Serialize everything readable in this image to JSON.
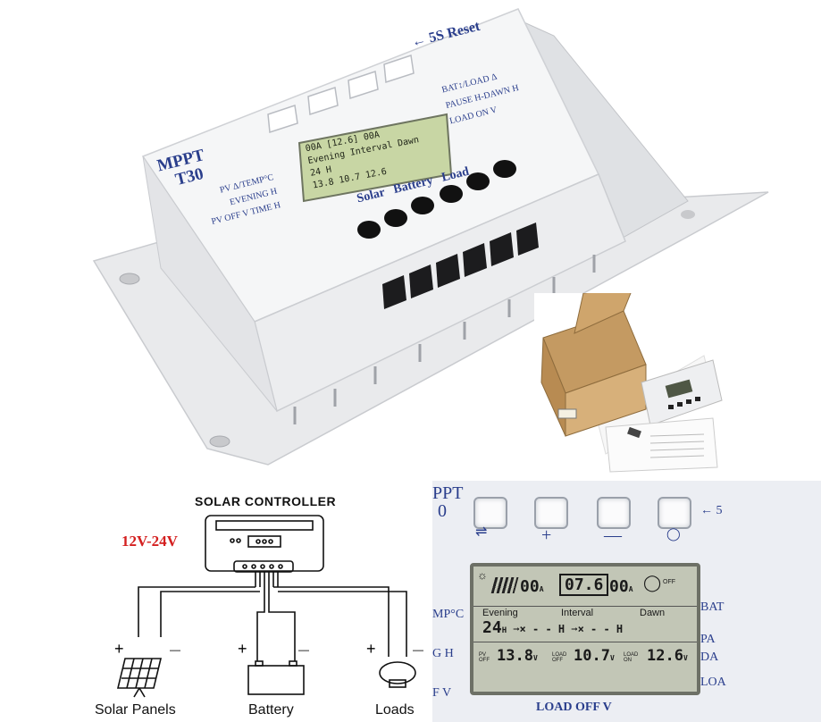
{
  "device": {
    "model_line1": "MPPT",
    "model_line2": "T30",
    "reset_label": "5S Reset",
    "right_labels": [
      "BAT↕/LOAD Δ",
      "PAUSE H-DAWN H",
      "LOAD ON V"
    ],
    "left_labels": [
      "PV Δ/TEMP°C",
      "EVENING H",
      "PV OFF V TIME H"
    ],
    "terminal_labels": {
      "solar": "Solar",
      "battery": "Battery",
      "load": "Load"
    },
    "lcd": {
      "top_left": "00A",
      "battery_value": "12.6",
      "top_right": "00A",
      "row_labels": [
        "Evening",
        "Interval",
        "Dawn"
      ],
      "row_hours": "24 H",
      "pv_value": "13.8",
      "load_value": "10.7",
      "bat_value": "12.6",
      "interval_dawn": "Dawn"
    },
    "colors": {
      "body": "#f2f3f5",
      "lcd": "#c8d6a4",
      "text_blue": "#2a3e8c"
    }
  },
  "diagram": {
    "title": "SOLAR CONTROLLER",
    "voltage": "12V-24V",
    "voltage_color": "#d42020",
    "items": [
      {
        "label": "Solar Panels",
        "plus": "+",
        "minus": "—"
      },
      {
        "label": "Battery",
        "plus": "+",
        "minus": "—"
      },
      {
        "label": "Loads",
        "plus": "+",
        "minus": "—"
      }
    ]
  },
  "closeup": {
    "header_left": "PPT",
    "header_left2": "0",
    "reset_arrow": "← 5",
    "left_side": [
      "MP°C",
      "G H",
      "F V"
    ],
    "right_side": [
      "BAT",
      "PA",
      "DA",
      "LOA"
    ],
    "bottom_label": "LOAD OFF V",
    "lcd": {
      "top_left": "00",
      "top_left_unit": "A",
      "battery_value": "07.6",
      "top_right": "00",
      "top_right_unit": "A",
      "off_label": "OFF",
      "labels": [
        "Evening",
        "Interval",
        "Dawn"
      ],
      "hours": "24",
      "pv_label": "PV OFF",
      "pv_value": "13.8",
      "load_off_label": "LOAD OFF",
      "load_off_value": "10.7",
      "load_on_label": "LOAD ON",
      "load_on_value": "12.6",
      "unit_v": "V",
      "unit_h": "H"
    }
  }
}
